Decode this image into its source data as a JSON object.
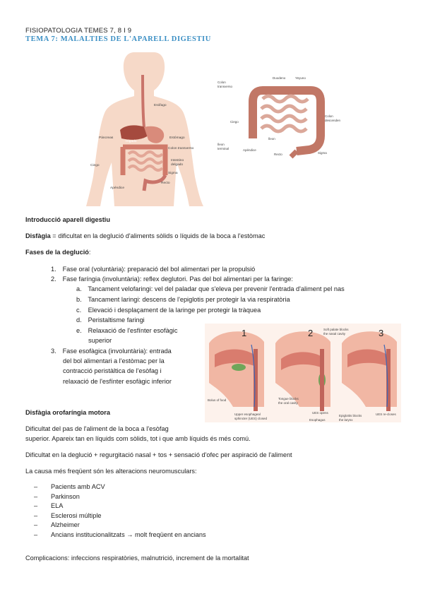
{
  "header": {
    "course": "FISIOPATOLOGIA TEMES 7, 8 I 9",
    "title": "TEMA 7: MALALTIES DE L'APARELL DIGESTIU"
  },
  "figure_digestive": {
    "labels": {
      "esofago": "Esófago",
      "pancreas": "Páncreas",
      "higado": "Hígado",
      "estomago": "Estómago",
      "colon_transverso": "Colon transverso",
      "intestino_delgado_1": "Intestino",
      "intestino_delgado_2": "delgado",
      "ciego": "Ciego",
      "sigma": "Sigma",
      "recto": "Recto",
      "apendice": "Apéndice"
    }
  },
  "figure_intestine": {
    "labels": {
      "colon_transverso_1": "Colon",
      "colon_transverso_2": "transverso",
      "duodeno": "Duodeno",
      "yeyuno": "Yeyuno",
      "colon_descendente_1": "Colon",
      "colon_descendente_2": "descendente",
      "ciego": "Ciego",
      "ileon_terminal_1": "Íleon",
      "ileon_terminal_2": "terminal",
      "apendice": "Apéndice",
      "ileon": "Íleon",
      "recto": "Recto",
      "sigma": "Sigma"
    }
  },
  "figure_swallow": {
    "steps": [
      "1",
      "2",
      "3"
    ],
    "labels": {
      "bolus": "Bolus of food",
      "ues_closed_1": "Upper esophageal",
      "ues_closed_2": "sphincter (UES) closed",
      "soft_palate_1": "Soft palate blocks",
      "soft_palate_2": "the nasal cavity",
      "tongue_1": "Tongue blocks",
      "tongue_2": "the oral cavity",
      "ues_opens": "UES opens",
      "epiglottis_1": "Epiglottis blocks",
      "epiglottis_2": "the larynx",
      "esophagus": "Esophagus",
      "ues_recloses": "UES re-closes"
    }
  },
  "intro": "Introducció aparell digestiu",
  "disfagia": {
    "term": "Disfàgia",
    "definition": " = dificultat en la deglució d'aliments sòlids o líquids de la boca a l'estòmac"
  },
  "fases": {
    "heading": "Fases de la deglució",
    "colon": ":",
    "items": [
      {
        "num": "1.",
        "text": "Fase oral (voluntària): preparació del bol alimentari per la propulsió"
      },
      {
        "num": "2.",
        "text": "Fase faríngia (involuntària): reflex deglutori.  Pas del bol alimentari per la faringe:"
      }
    ],
    "subitems": [
      {
        "letter": "a.",
        "text": "Tancament velofaringi: vel del paladar que s'eleva per prevenir l'entrada d'aliment pel nas"
      },
      {
        "letter": "b.",
        "text": "Tancament laringi: descens de l'epiglotis per protegir la via respiratòria"
      },
      {
        "letter": "c.",
        "text": "Elevació i desplaçament de la laringe per protegir la tràquea"
      },
      {
        "letter": "d.",
        "text": "Peristaltisme faringi"
      },
      {
        "letter": "e.",
        "text_line1": "Relaxació de l'esfínter esofàgic",
        "text_line2": "superior"
      }
    ],
    "item3": {
      "num": "3.",
      "line1": "Fase esofàgica (involuntària): entrada",
      "line2": "del bol alimentari a l'estòmac per la",
      "line3": "contracció peristàltica de l'esòfag i",
      "line4": "relaxació de l'esfínter esofàgic inferior"
    }
  },
  "orofaringia": {
    "heading": "Disfàgia orofaríngia motora",
    "p1_line1": "Dificultat del pas de l'aliment de la boca a l'esòfag",
    "p1_line2": "superior. Apareix tan en líquids com sòlids, tot i que amb líquids és més comú.",
    "p2": "Dificultat en la deglució + regurgitació nasal + tos + sensació d'ofec per aspiració de l'aliment",
    "p3": "La causa més freqüent són les alteracions neuromusculars:",
    "causes": [
      "Pacients amb ACV",
      "Parkinson",
      "ELA",
      "Esclerosi múltiple",
      "Alzheimer",
      "Ancians institucionalitzats → molt freqüent en ancians"
    ],
    "dash": "–",
    "complications": "Complicacions: infeccions respiratòries, malnutrició, increment de la mortalitat"
  }
}
